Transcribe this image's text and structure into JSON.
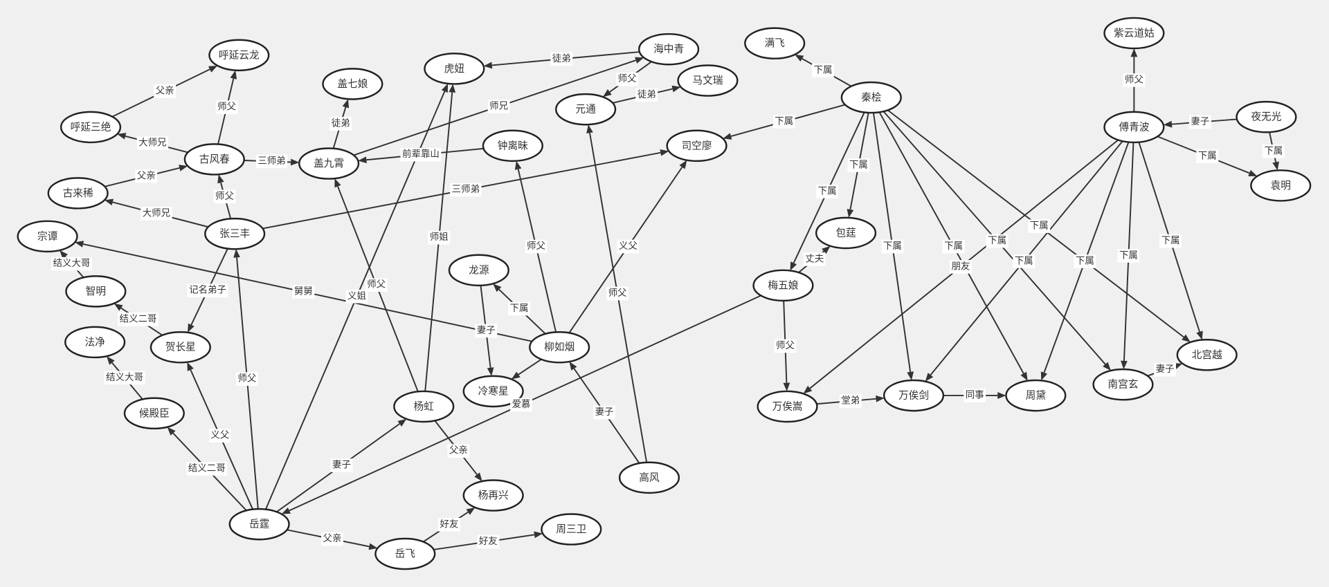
{
  "graph": {
    "nodes": [
      "呼延云龙",
      "盖七娘",
      "虎妞",
      "海中青",
      "马文瑞",
      "元通",
      "满飞",
      "秦桧",
      "紫云道姑",
      "夜无光",
      "傅青波",
      "袁明",
      "呼延三绝",
      "古风春",
      "盖九霄",
      "钟离昧",
      "司空廖",
      "古来稀",
      "张三丰",
      "宗谭",
      "包莛",
      "智明",
      "龙源",
      "梅五娘",
      "法净",
      "贺长星",
      "柳如烟",
      "冷寒星",
      "杨虹",
      "北宫越",
      "南宫玄",
      "万俟嵩",
      "万俟剑",
      "周黛",
      "候殿臣",
      "高风",
      "杨再兴",
      "岳霆",
      "周三卫",
      "岳飞"
    ],
    "edges": [
      {
        "from": "呼延三绝",
        "to": "呼延云龙",
        "label": "父亲"
      },
      {
        "from": "古风春",
        "to": "呼延云龙",
        "label": "师父"
      },
      {
        "from": "古风春",
        "to": "呼延三绝",
        "label": "大师兄"
      },
      {
        "from": "古来稀",
        "to": "古风春",
        "label": "父亲"
      },
      {
        "from": "古风春",
        "to": "盖九霄",
        "label": "三师弟"
      },
      {
        "from": "盖九霄",
        "to": "盖七娘",
        "label": "徒弟"
      },
      {
        "from": "盖九霄",
        "to": "海中青",
        "label": "师兄"
      },
      {
        "from": "海中青",
        "to": "虎妞",
        "label": "徒弟"
      },
      {
        "from": "海中青",
        "to": "元通",
        "label": "师父"
      },
      {
        "from": "元通",
        "to": "马文瑞",
        "label": "徒弟"
      },
      {
        "from": "钟离昧",
        "to": "盖九霄",
        "label": "前辈靠山"
      },
      {
        "from": "张三丰",
        "to": "古风春",
        "label": "师父"
      },
      {
        "from": "张三丰",
        "to": "古来稀",
        "label": "大师兄"
      },
      {
        "from": "张三丰",
        "to": "司空廖",
        "label": "三师弟"
      },
      {
        "from": "张三丰",
        "to": "贺长星",
        "label": "记名弟子"
      },
      {
        "from": "柳如烟",
        "to": "宗谭",
        "label": "舅舅"
      },
      {
        "from": "智明",
        "to": "宗谭",
        "label": "结义大哥"
      },
      {
        "from": "贺长星",
        "to": "智明",
        "label": "结义二哥"
      },
      {
        "from": "候殿臣",
        "to": "法净",
        "label": "结义大哥"
      },
      {
        "from": "岳霆",
        "to": "候殿臣",
        "label": "结义二哥"
      },
      {
        "from": "岳霆",
        "to": "贺长星",
        "label": "义父"
      },
      {
        "from": "岳霆",
        "to": "张三丰",
        "label": "师父"
      },
      {
        "from": "岳霆",
        "to": "虎妞",
        "label": "义姐"
      },
      {
        "from": "杨虹",
        "to": "盖九霄",
        "label": "师父"
      },
      {
        "from": "杨虹",
        "to": "虎妞",
        "label": "师姐"
      },
      {
        "from": "岳霆",
        "to": "杨虹",
        "label": "妻子"
      },
      {
        "from": "杨虹",
        "to": "杨再兴",
        "label": "父亲"
      },
      {
        "from": "岳霆",
        "to": "岳飞",
        "label": "父亲"
      },
      {
        "from": "岳飞",
        "to": "杨再兴",
        "label": "好友"
      },
      {
        "from": "岳飞",
        "to": "周三卫",
        "label": "好友"
      },
      {
        "from": "柳如烟",
        "to": "钟离昧",
        "label": "师父"
      },
      {
        "from": "柳如烟",
        "to": "司空廖",
        "label": "义父"
      },
      {
        "from": "龙源",
        "to": "冷寒星",
        "label": "妻子"
      },
      {
        "from": "柳如烟",
        "to": "龙源",
        "label": "下属"
      },
      {
        "from": "柳如烟",
        "to": "冷寒星",
        "label": ""
      },
      {
        "from": "高风",
        "to": "元通",
        "label": "师父"
      },
      {
        "from": "高风",
        "to": "柳如烟",
        "label": "妻子"
      },
      {
        "from": "梅五娘",
        "to": "岳霆",
        "label": "爱慕"
      },
      {
        "from": "梅五娘",
        "to": "包莛",
        "label": "丈夫"
      },
      {
        "from": "梅五娘",
        "to": "万俟嵩",
        "label": "师父"
      },
      {
        "from": "秦桧",
        "to": "满飞",
        "label": "下属"
      },
      {
        "from": "秦桧",
        "to": "司空廖",
        "label": "下属"
      },
      {
        "from": "秦桧",
        "to": "包莛",
        "label": "下属"
      },
      {
        "from": "秦桧",
        "to": "梅五娘",
        "label": "下属"
      },
      {
        "from": "秦桧",
        "to": "万俟剑",
        "label": "下属"
      },
      {
        "from": "秦桧",
        "to": "周黛",
        "label": "下属"
      },
      {
        "from": "秦桧",
        "to": "南宫玄",
        "label": "下属"
      },
      {
        "from": "秦桧",
        "to": "北宫越",
        "label": "下属"
      },
      {
        "from": "傅青波",
        "to": "紫云道姑",
        "label": "师父"
      },
      {
        "from": "夜无光",
        "to": "傅青波",
        "label": "妻子"
      },
      {
        "from": "夜无光",
        "to": "袁明",
        "label": "下属"
      },
      {
        "from": "傅青波",
        "to": "袁明",
        "label": "下属"
      },
      {
        "from": "傅青波",
        "to": "万俟嵩",
        "label": "朋友"
      },
      {
        "from": "傅青波",
        "to": "万俟剑",
        "label": "下属"
      },
      {
        "from": "傅青波",
        "to": "周黛",
        "label": "下属"
      },
      {
        "from": "傅青波",
        "to": "南宫玄",
        "label": "下属"
      },
      {
        "from": "傅青波",
        "to": "北宫越",
        "label": "下属"
      },
      {
        "from": "万俟嵩",
        "to": "万俟剑",
        "label": "堂弟"
      },
      {
        "from": "万俟剑",
        "to": "周黛",
        "label": "同事"
      },
      {
        "from": "南宫玄",
        "to": "北宫越",
        "label": "妻子"
      }
    ]
  }
}
